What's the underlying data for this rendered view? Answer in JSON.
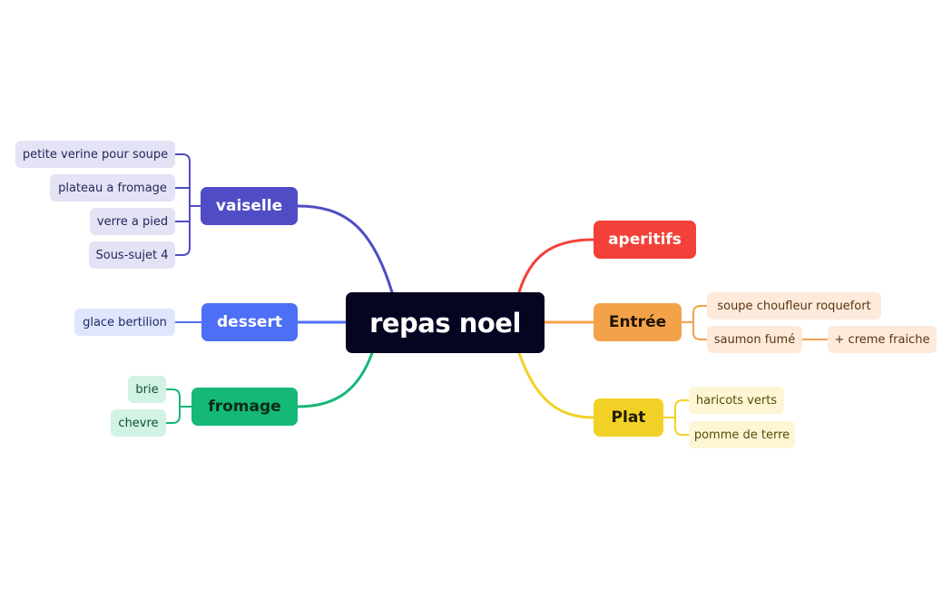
{
  "central": "repas noel",
  "branches": {
    "vaiselle": {
      "label": "vaiselle",
      "color": "#4f4cc5",
      "children": [
        "petite verine pour soupe",
        "plateau a fromage",
        "verre a pied",
        "Sous-sujet 4"
      ],
      "child_bg": "#e3e3f5",
      "child_text": "#26255a"
    },
    "dessert": {
      "label": "dessert",
      "color": "#4d6ff5",
      "children": [
        "glace bertilion"
      ],
      "child_bg": "#dfe5fd",
      "child_text": "#1d2b66"
    },
    "fromage": {
      "label": "fromage",
      "color": "#15b877",
      "children": [
        "brie",
        "chevre"
      ],
      "child_bg": "#d2f2e4",
      "child_text": "#0d4f34",
      "branch_text": "#0b2a1c"
    },
    "aperitifs": {
      "label": "aperitifs",
      "color": "#f24139",
      "children": []
    },
    "entree": {
      "label": "Entrée",
      "color": "#f4a24a",
      "children": [
        "soupe choufleur roquefort",
        "saumon fumé"
      ],
      "sub": "+ creme fraiche",
      "child_bg": "#fdeadb",
      "child_text": "#5a3511",
      "branch_text": "#1f1304"
    },
    "plat": {
      "label": "Plat",
      "color": "#f2d127",
      "children": [
        "haricots verts",
        "pomme de terre"
      ],
      "child_bg": "#fdf6d4",
      "child_text": "#5a4a08",
      "branch_text": "#1f1a02"
    }
  }
}
